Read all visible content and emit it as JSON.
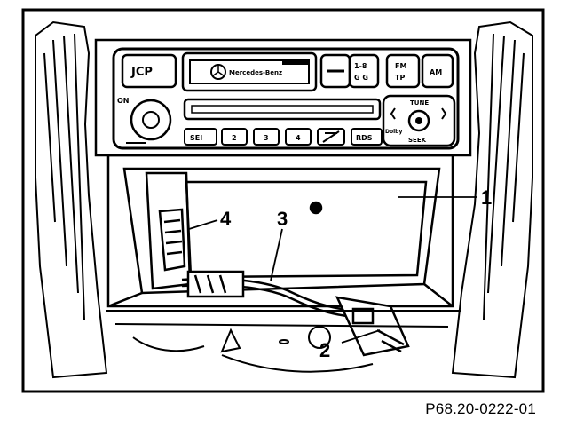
{
  "figure": {
    "reference": "P68.20-0222-01",
    "radio": {
      "left_logo": "JCP",
      "display_brand": "Mercedes-Benz",
      "on_label": "ON",
      "mode_keys": [
        "1-8",
        "G G"
      ],
      "fm_key": [
        "FM",
        "TP"
      ],
      "am_key": "AM",
      "tune_label": "TUNE",
      "seek_label": "SEEK",
      "dolby_label": "Dolby",
      "presets": [
        "SEI",
        "2",
        "3",
        "4",
        "",
        "RDS"
      ]
    },
    "callouts": [
      {
        "number": "1",
        "part": "compartment"
      },
      {
        "number": "2",
        "part": "connector"
      },
      {
        "number": "3",
        "part": "cable"
      },
      {
        "number": "4",
        "part": "holder"
      }
    ]
  }
}
